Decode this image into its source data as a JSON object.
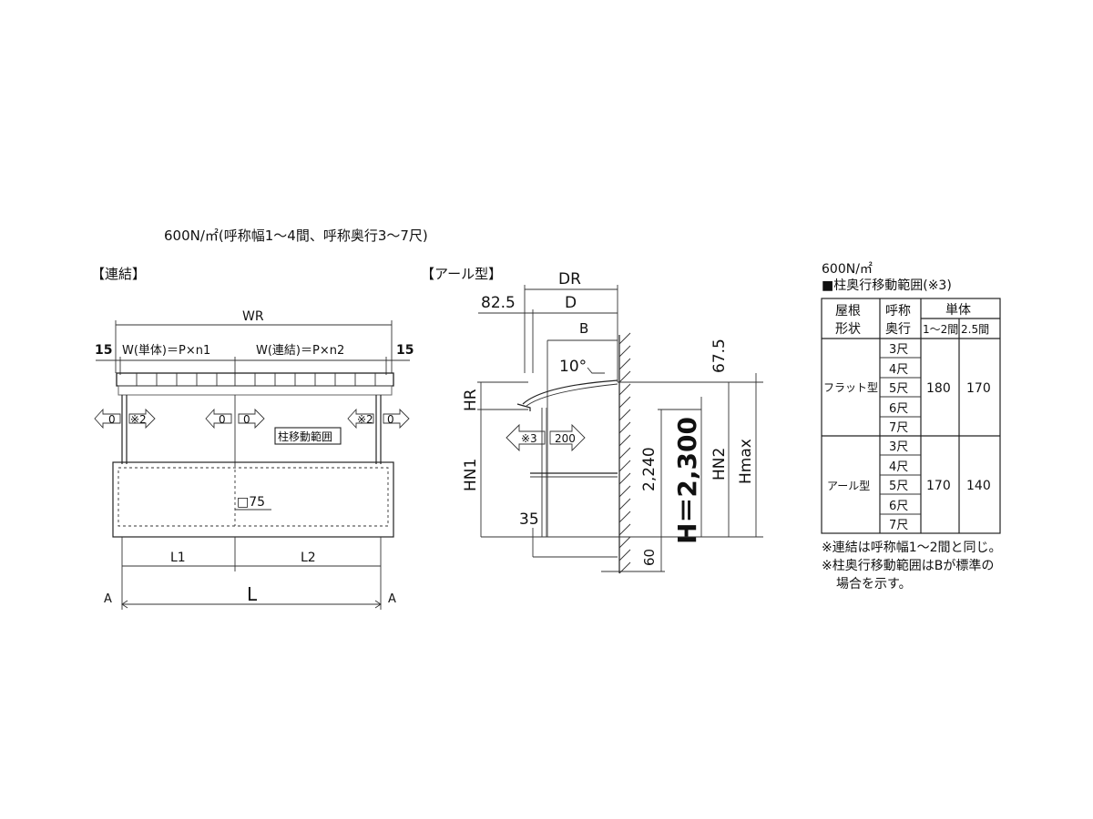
{
  "header_title": "600N/㎡(呼称幅1～4間、呼称奥行3～7尺)",
  "left": {
    "title": "【連結】",
    "wr": "WR",
    "left15": "15",
    "right15": "15",
    "w_single": "W(単体)＝P×n1",
    "w_joint": "W(連結)＝P×n2",
    "arrow_0a": "0",
    "arrow_x2a": "※2",
    "arrow_0b": "0",
    "arrow_0c": "0",
    "arrow_x2b": "※2",
    "arrow_0d": "0",
    "post_range": "柱移動範囲",
    "post_size": "□75",
    "l1": "L1",
    "l2": "L2",
    "l": "L",
    "a_left": "A",
    "a_right": "A"
  },
  "middle": {
    "title": "【アール型】",
    "dr": "DR",
    "d": "D",
    "d825": "82.5",
    "b": "B",
    "angle": "10°",
    "hr": "HR",
    "dim675": "67.5",
    "hn1": "HN1",
    "arrow_x3": "※3",
    "arrow_200": "200",
    "dim2240": "2,240",
    "h2300": "H＝2,300",
    "hn2": "HN2",
    "hmax": "Hmax",
    "dim35": "35",
    "dim60": "60"
  },
  "right": {
    "load": "600N/㎡",
    "title": "■柱奥行移動範囲(※3)",
    "h_roof1": "屋根",
    "h_roof2": "形状",
    "h_depth1": "呼称",
    "h_depth2": "奥行",
    "h_single": "単体",
    "h_span1": "1～2間",
    "h_span2": "2.5間",
    "groups": [
      {
        "shape": "フラット型",
        "depths": [
          "3尺",
          "4尺",
          "5尺",
          "6尺",
          "7尺"
        ],
        "v1": "180",
        "v2": "170"
      },
      {
        "shape": "アール型",
        "depths": [
          "3尺",
          "4尺",
          "5尺",
          "6尺",
          "7尺"
        ],
        "v1": "170",
        "v2": "140"
      }
    ],
    "note1": "※連結は呼称幅1～2間と同じ。",
    "note2": "※柱奥行移動範囲はBが標準の",
    "note3": "場合を示す。"
  }
}
